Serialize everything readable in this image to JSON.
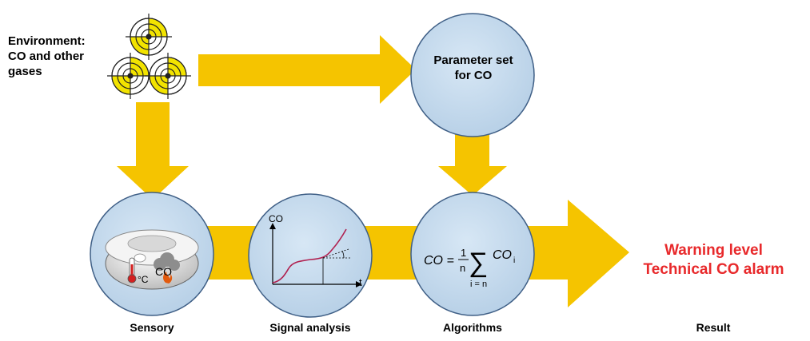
{
  "environment": {
    "line1": "Environment:",
    "line2": "CO and other",
    "line3": "gases"
  },
  "parameter_set": {
    "line1": "Parameter set",
    "line2": "for CO"
  },
  "sensory": {
    "label": "Sensory",
    "temp_unit": "°C",
    "gas_label": "CO"
  },
  "signal_analysis": {
    "label": "Signal analysis",
    "y_axis": "CO",
    "x_axis": "t"
  },
  "algorithms": {
    "label": "Algorithms",
    "formula_lhs": "CO =",
    "fraction_num": "1",
    "fraction_den": "n",
    "sum_symbol": "∑",
    "sum_term": "CO",
    "sum_term_sub": "i",
    "sum_lower": "i = n"
  },
  "result": {
    "label": "Result",
    "line1": "Warning level",
    "line2": "Technical CO alarm"
  },
  "colors": {
    "arrow": "#f5c400",
    "circle_fill": "#bcd5ea",
    "circle_stroke": "#3f5f86",
    "alarm_red": "#e8292b",
    "curve": "#b0204f"
  }
}
